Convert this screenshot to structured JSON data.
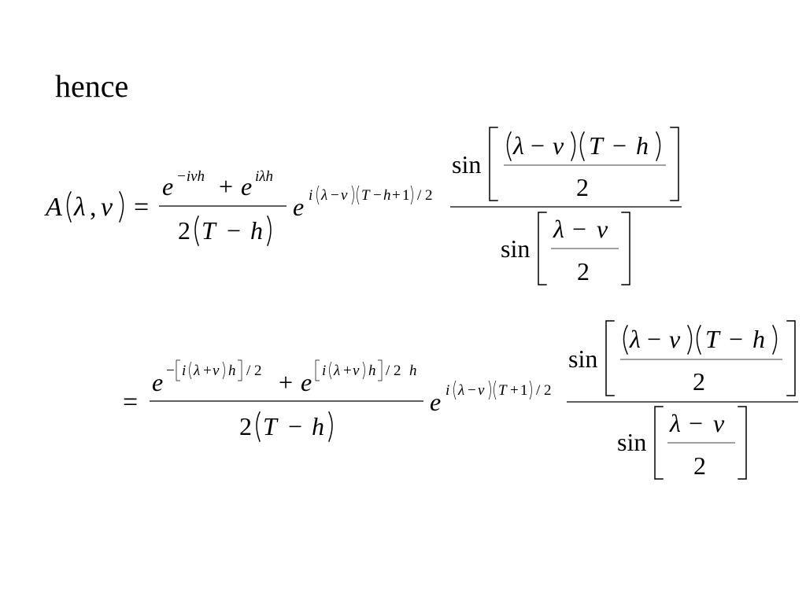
{
  "slide": {
    "heading": "hence",
    "eq1": {
      "lhs": {
        "fn": "A",
        "lambda": "λ",
        "comma": ",",
        "nu": "ν"
      },
      "equals": "=",
      "frac1": {
        "num_e1": "e",
        "num_e1_exp": "−iνh",
        "num_plus": "+",
        "num_e2": "e",
        "num_e2_exp": "iλh",
        "den_two": "2",
        "den_T": "T",
        "den_minus": "−",
        "den_h": "h"
      },
      "phase": {
        "e": "e",
        "exp_i": "i",
        "exp_lambda": "λ",
        "exp_minus": "−",
        "exp_nu": "ν",
        "exp_T": "T",
        "exp_minus2": "−",
        "exp_h": "h",
        "exp_plus": "+",
        "exp_one": "1",
        "exp_div": "/ 2"
      },
      "ratio": {
        "sin_top": "sin",
        "top_lambda": "λ",
        "top_minus": "−",
        "top_nu": "ν",
        "top_T": "T",
        "top_minus2": "−",
        "top_h": "h",
        "top_two": "2",
        "sin_bottom": "sin",
        "bottom_lambda": "λ",
        "bottom_minus": "−",
        "bottom_nu": "ν",
        "bottom_two": "2"
      }
    },
    "eq2": {
      "equals": "=",
      "frac1": {
        "num_e1": "e",
        "num_e1_exp_sign": "−",
        "num_e1_exp_i": "i",
        "num_e1_exp_lambda": "λ",
        "num_e1_exp_plus": "+",
        "num_e1_exp_nu": "ν",
        "num_e1_exp_h": "h",
        "num_e1_exp_div": "/ 2",
        "num_plus": "+",
        "num_e2": "e",
        "num_e2_exp_i": "i",
        "num_e2_exp_lambda": "λ",
        "num_e2_exp_plus": "+",
        "num_e2_exp_nu": "ν",
        "num_e2_exp_h": "h",
        "num_e2_exp_div": "/ 2",
        "num_e2_exp_h2": "h",
        "den_two": "2",
        "den_T": "T",
        "den_minus": "−",
        "den_h": "h"
      },
      "phase": {
        "e": "e",
        "exp_i": "i",
        "exp_lambda": "λ",
        "exp_minus": "−",
        "exp_nu": "ν",
        "exp_T": "T",
        "exp_plus": "+",
        "exp_one": "1",
        "exp_div": "/ 2"
      },
      "ratio": {
        "sin_top": "sin",
        "top_lambda": "λ",
        "top_minus": "−",
        "top_nu": "ν",
        "top_T": "T",
        "top_minus2": "−",
        "top_h": "h",
        "top_two": "2",
        "sin_bottom": "sin",
        "bottom_lambda": "λ",
        "bottom_minus": "−",
        "bottom_nu": "ν",
        "bottom_two": "2"
      }
    }
  }
}
